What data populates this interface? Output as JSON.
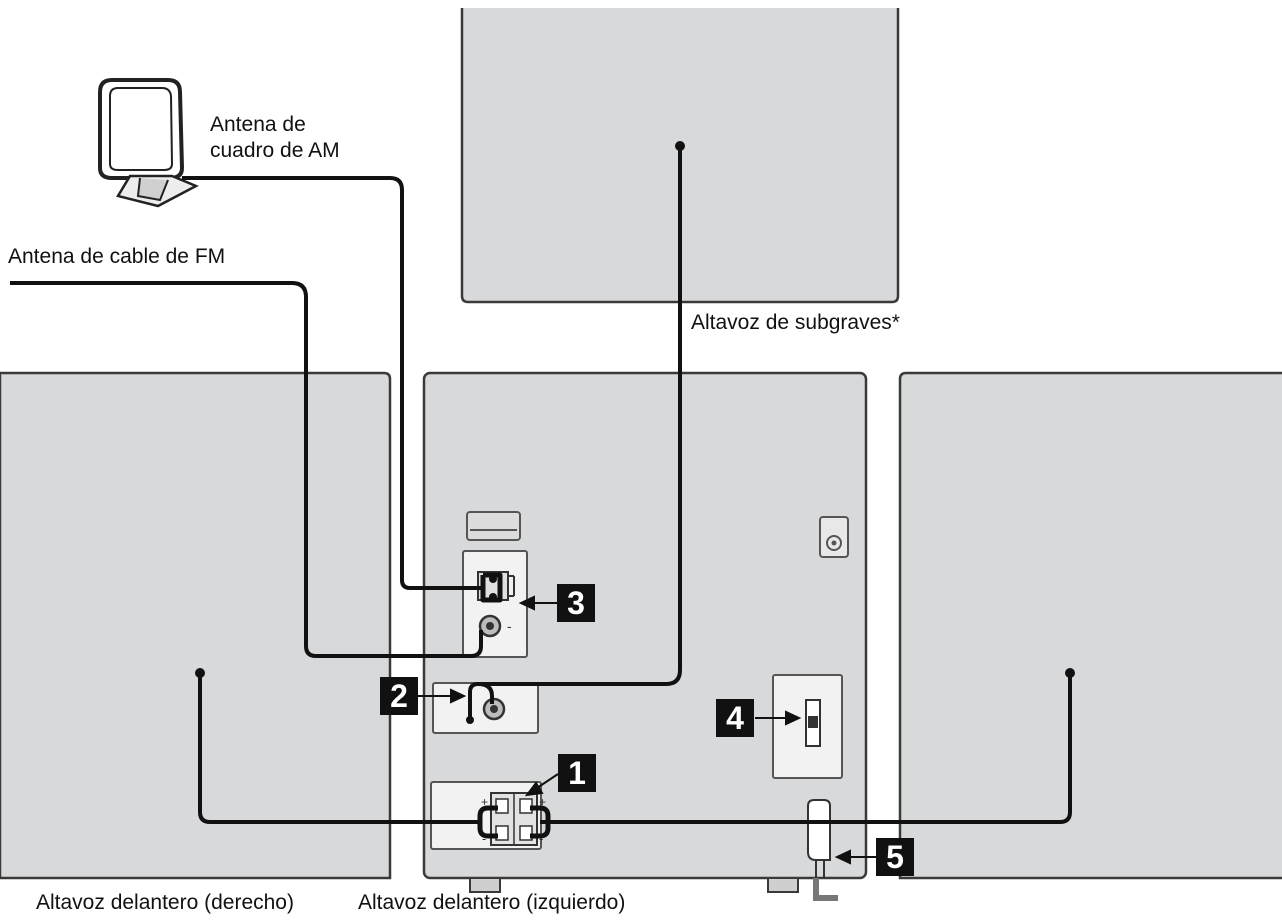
{
  "colors": {
    "panel": "#d8d9db",
    "panel_stroke": "#3a3a3a",
    "cable": "#111111",
    "jack_panel": "#f2f2f2",
    "number_bg": "#111111",
    "number_fg": "#ffffff"
  },
  "labels": {
    "am_antenna_line1": "Antena de",
    "am_antenna_line2": "cuadro de AM",
    "fm_antenna": "Antena de cable de FM",
    "subwoofer": "Altavoz de subgraves*",
    "front_right": "Altavoz delantero (derecho)",
    "front_left": "Altavoz delantero (izquierdo)"
  },
  "callouts": {
    "n1": "1",
    "n2": "2",
    "n3": "3",
    "n4": "4",
    "n5": "5"
  },
  "terminal_marks": {
    "plus": "+",
    "minus": "-"
  },
  "icons": {
    "am_antenna": "am-loop-antenna-icon",
    "power_plug": "power-plug-icon"
  }
}
